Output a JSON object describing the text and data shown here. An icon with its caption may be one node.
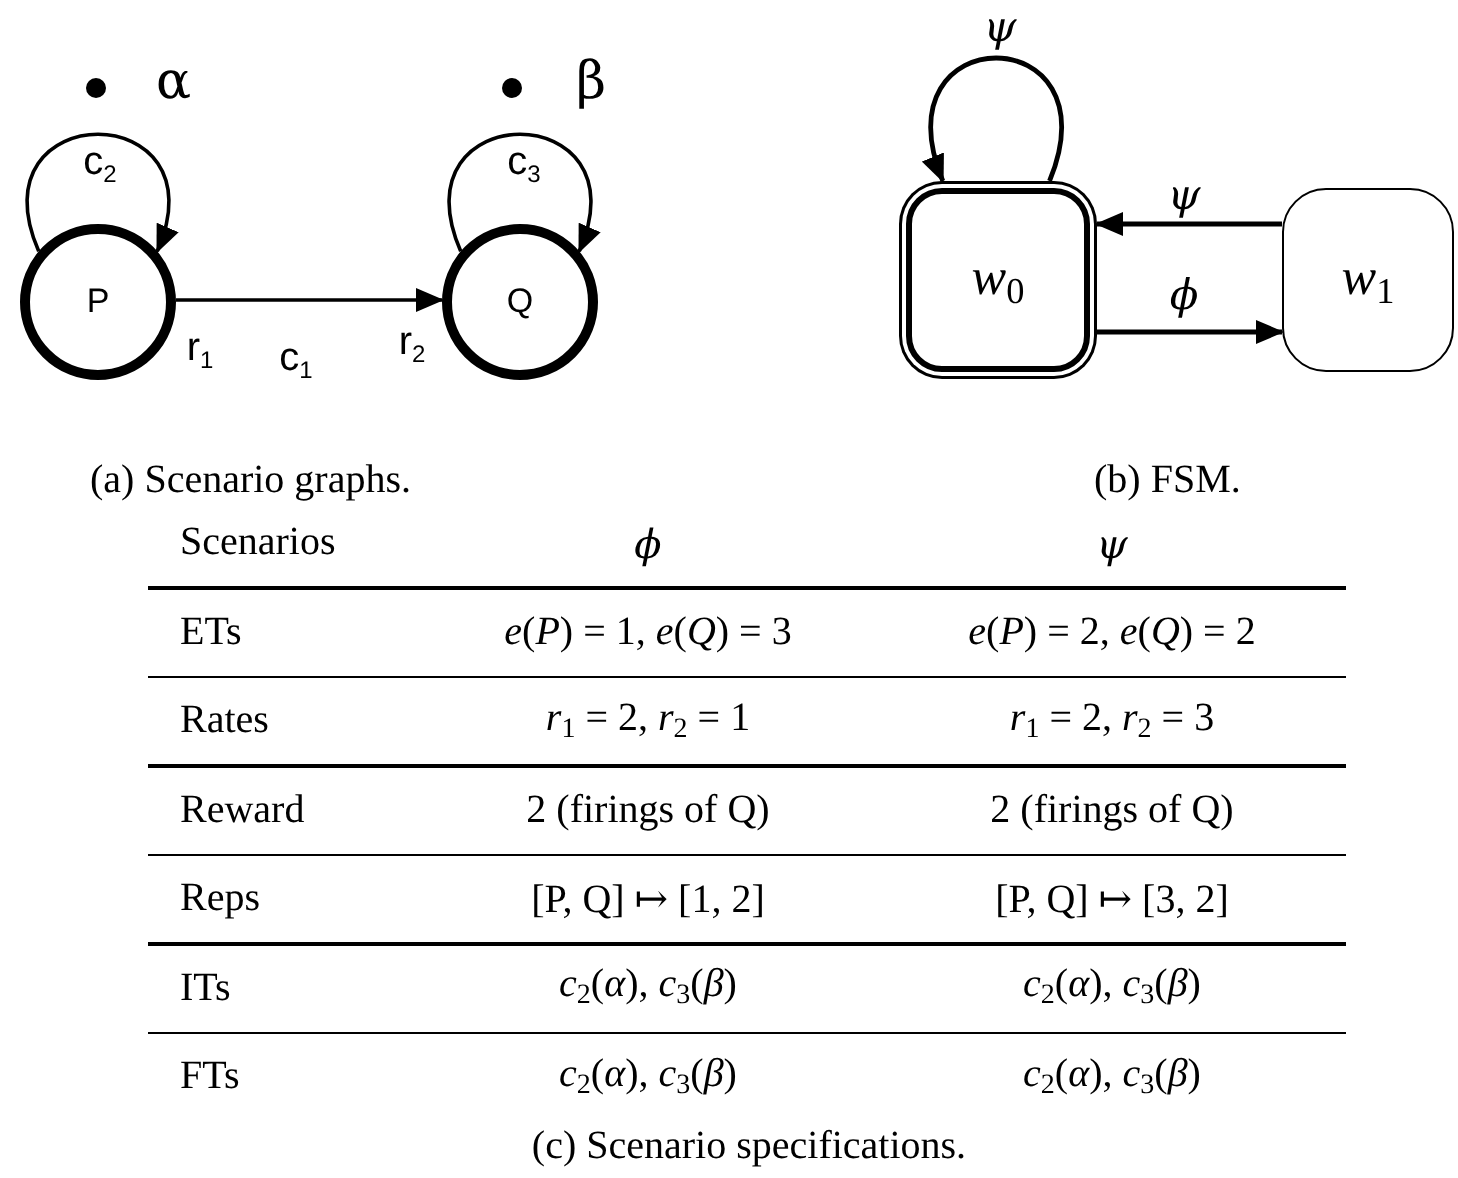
{
  "diagram": {
    "nodes": [
      {
        "text": [
          "P"
        ]
      },
      {
        "text": [
          "Q"
        ]
      },
      {
        "text": [
          "*w*$_{0}$"
        ]
      },
      {
        "text": [
          "*w*$_{1}$"
        ]
      }
    ],
    "edges": [
      {
        "from": 0,
        "to": 0,
        "arrow": "to",
        "label": "c$_{2}$"
      },
      {
        "from": 1,
        "to": 1,
        "arrow": "to",
        "label": "c$_{3}$"
      },
      {
        "from": 0,
        "to": 1,
        "arrow": "to",
        "label": "c$_{1}$"
      },
      {
        "from": 2,
        "to": 2,
        "arrow": "to",
        "label": "ψ"
      },
      {
        "from": 3,
        "to": 2,
        "arrow": "to",
        "label": "ψ"
      },
      {
        "from": 2,
        "to": 3,
        "arrow": "to",
        "label": "ϕ"
      }
    ],
    "labels": [
      "α",
      "β",
      "r$_{1}$",
      "r$_{2}$",
      "(a) Scenario graphs.",
      "(b) FSM.",
      "Scenarios",
      "ϕ",
      "ψ",
      "ETs",
      "*e*(*P*) = 1, *e*(*Q*) = 3",
      "*e*(*P*) = 2, *e*(*Q*) = 2",
      "Rates",
      "*r*$_{1}$ = 2, *r*$_{2}$ = 1",
      "*r*$_{1}$ = 2, *r*$_{2}$ = 3",
      "Reward",
      "2 (firings of Q)",
      "2 (firings of Q)",
      "Reps",
      "[P, Q] ↦ [1, 2]",
      "[P, Q] ↦ [3, 2]",
      "ITs",
      "*c*$_{2}$(*α*), *c*$_{3}$(*β*)",
      "*c*$_{2}$(*α*), *c*$_{3}$(*β*)",
      "FTs",
      "*c*$_{2}$(*α*), *c*$_{3}$(*β*)",
      "*c*$_{2}$(*α*), *c*$_{3}$(*β*)",
      "(c) Scenario specifications."
    ]
  }
}
